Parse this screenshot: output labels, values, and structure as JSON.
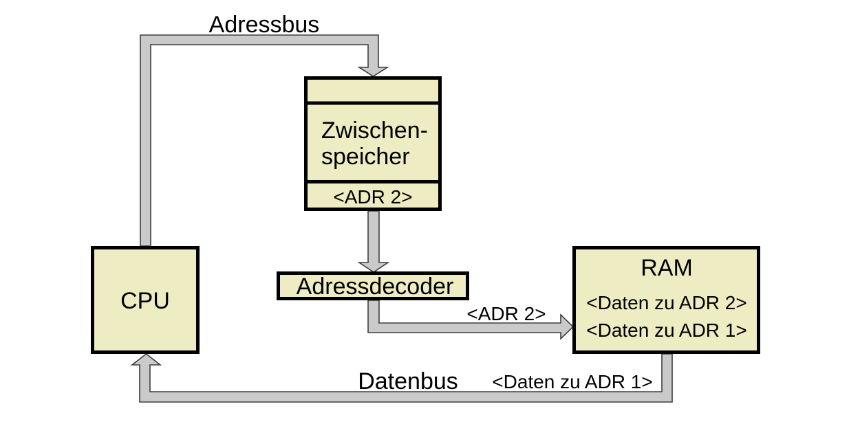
{
  "diagram": {
    "title_context": "CPU / RAM address buffering diagram",
    "colors": {
      "box_fill": "#EDECC3",
      "box_border": "#000000",
      "bus_fill": "#CACACA",
      "bus_outline": "#3e3e3e",
      "text": "#000000",
      "background": "#ffffff"
    },
    "labels": {
      "adressbus": "Adressbus",
      "datenbus": "Datenbus"
    },
    "nodes": {
      "cpu": {
        "label": "CPU"
      },
      "buffer": {
        "line1": "Zwischen-",
        "line2": "speicher",
        "slot": "<ADR 2>"
      },
      "decoder": {
        "label": "Adressdecoder"
      },
      "ram": {
        "title": "RAM",
        "row1": "<Daten zu ADR 2>",
        "row2": "<Daten zu ADR 1>"
      }
    },
    "bus_annotations": {
      "adr2_to_ram": "<ADR 2>",
      "daten_zu_adr1": "<Daten zu ADR 1>"
    }
  }
}
